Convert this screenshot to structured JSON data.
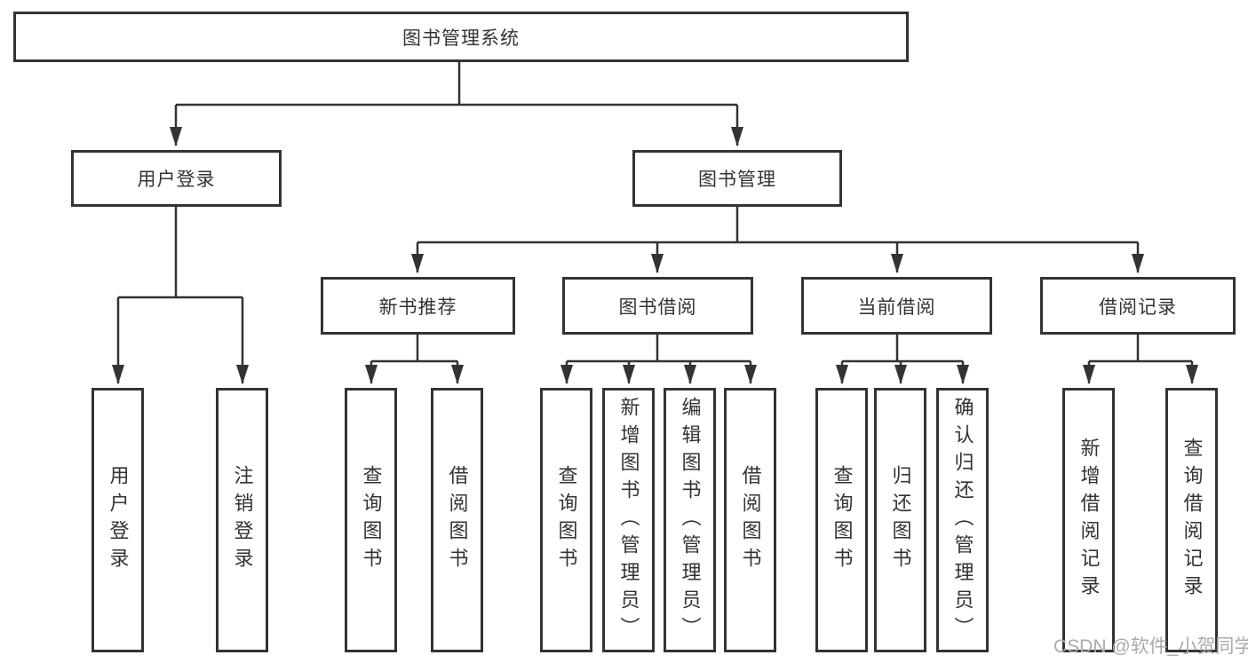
{
  "diagram": {
    "root": {
      "label": "图书管理系统"
    },
    "level2": [
      {
        "label": "用户登录"
      },
      {
        "label": "图书管理"
      }
    ],
    "level3": [
      {
        "label": "新书推荐"
      },
      {
        "label": "图书借阅"
      },
      {
        "label": "当前借阅"
      },
      {
        "label": "借阅记录"
      }
    ],
    "leaves": {
      "user_login": [
        "用户登录",
        "注销登录"
      ],
      "new_books": [
        "查询图书",
        "借阅图书"
      ],
      "book_borrow": [
        "查询图书",
        "新增图书（管理员）",
        "编辑图书（管理员）",
        "借阅图书"
      ],
      "current_borrow": [
        "查询图书",
        "归还图书",
        "确认归还（管理员）"
      ],
      "borrow_records": [
        "新增借阅记录",
        "查询借阅记录"
      ]
    }
  },
  "watermark": {
    "text": "CSDN @软件_小贺同学",
    "color": "#ababab"
  },
  "colors": {
    "line": "#333333",
    "border": "#333333",
    "text": "#333333",
    "background": "#ffffff"
  }
}
